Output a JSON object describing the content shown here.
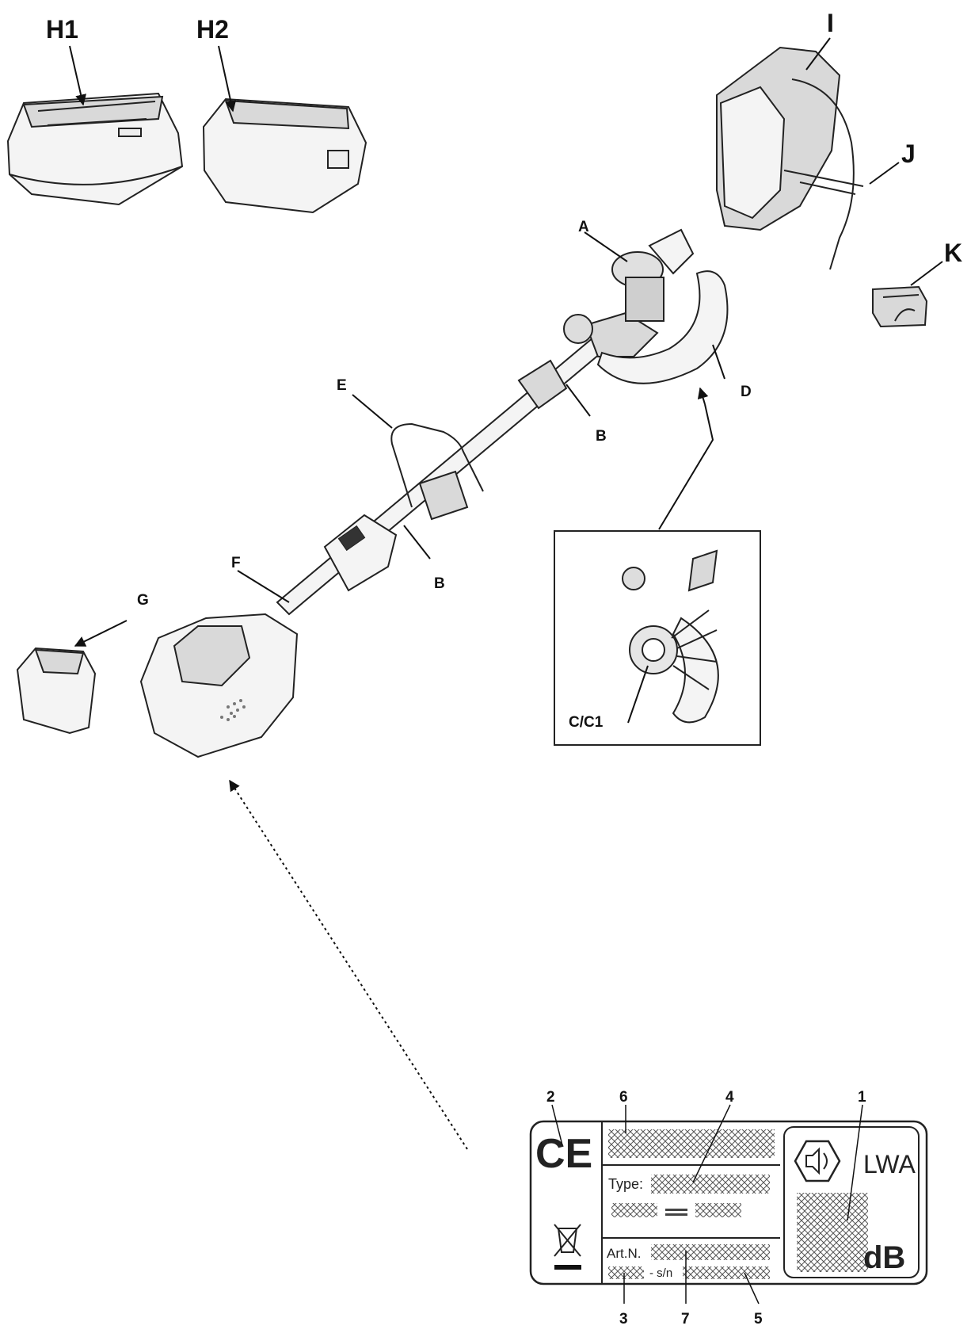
{
  "labels": {
    "H1": "H1",
    "H2": "H2",
    "I": "I",
    "J": "J",
    "K": "K",
    "A": "A",
    "B_upper": "B",
    "B_lower": "B",
    "D": "D",
    "E": "E",
    "F": "F",
    "G": "G",
    "C_C1": "C/C1"
  },
  "plate": {
    "ce_mark": "CE",
    "type_label": "Type:",
    "art_label": "Art.N.",
    "sn_label": "- s/n",
    "lwa_label": "LWA",
    "db_label": "dB",
    "callouts": [
      "2",
      "6",
      "4",
      "1",
      "3",
      "7",
      "5"
    ]
  }
}
